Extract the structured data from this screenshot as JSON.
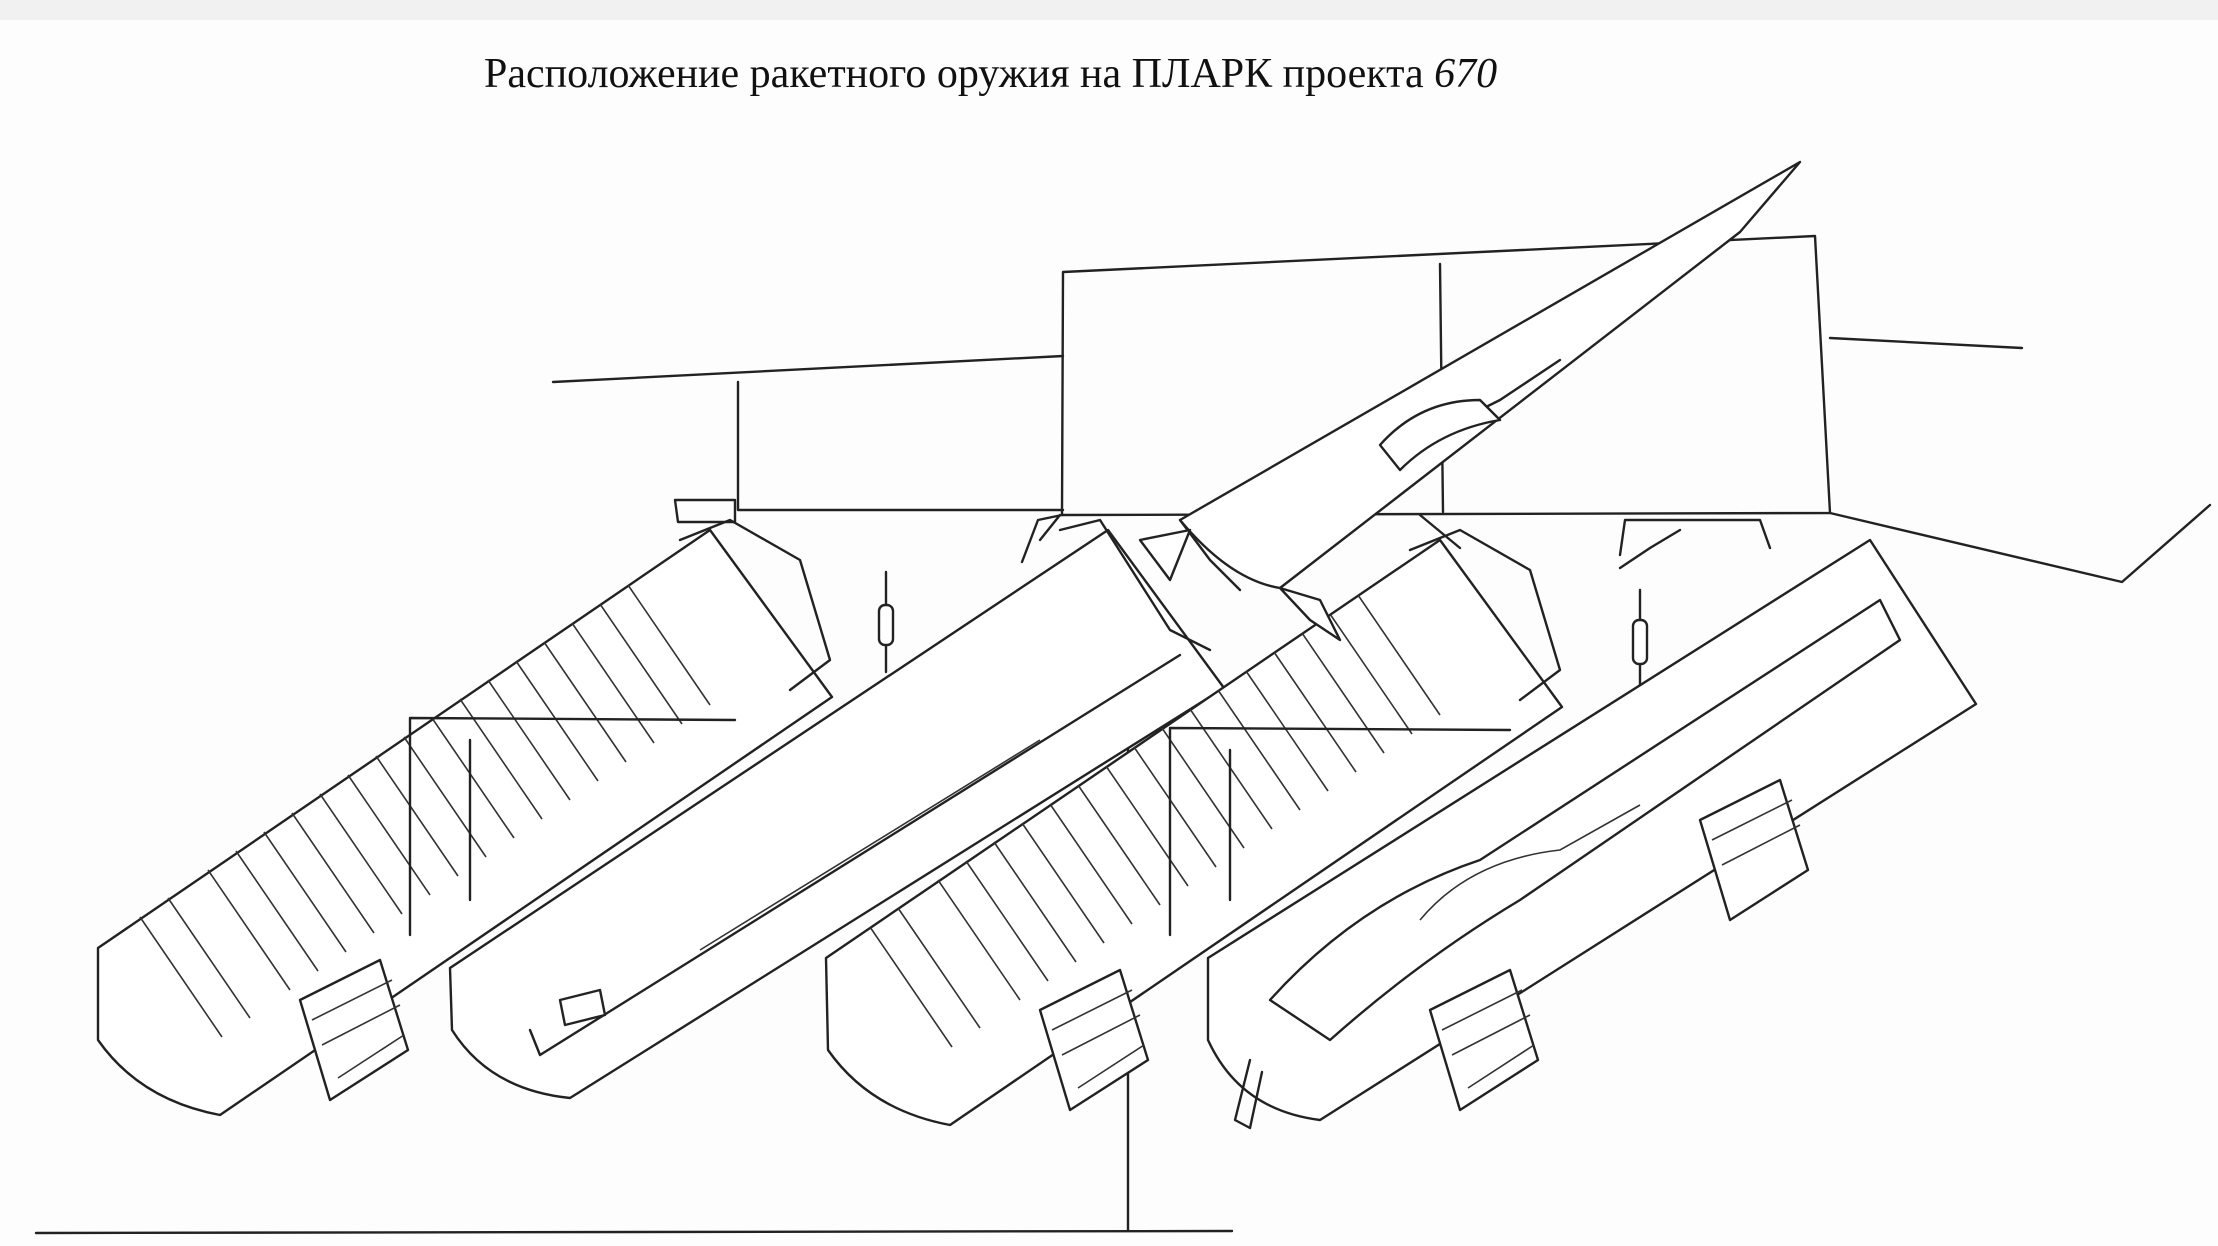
{
  "caption": {
    "text": "Расположение ракетного оружия на ПЛАРК проекта",
    "number": "670"
  },
  "drawing": {
    "launch_containers": [
      {
        "type": "corrugated"
      },
      {
        "type": "smooth-tube"
      },
      {
        "type": "corrugated"
      },
      {
        "type": "cutaway-with-missile"
      }
    ],
    "missile_in_flight": true
  }
}
